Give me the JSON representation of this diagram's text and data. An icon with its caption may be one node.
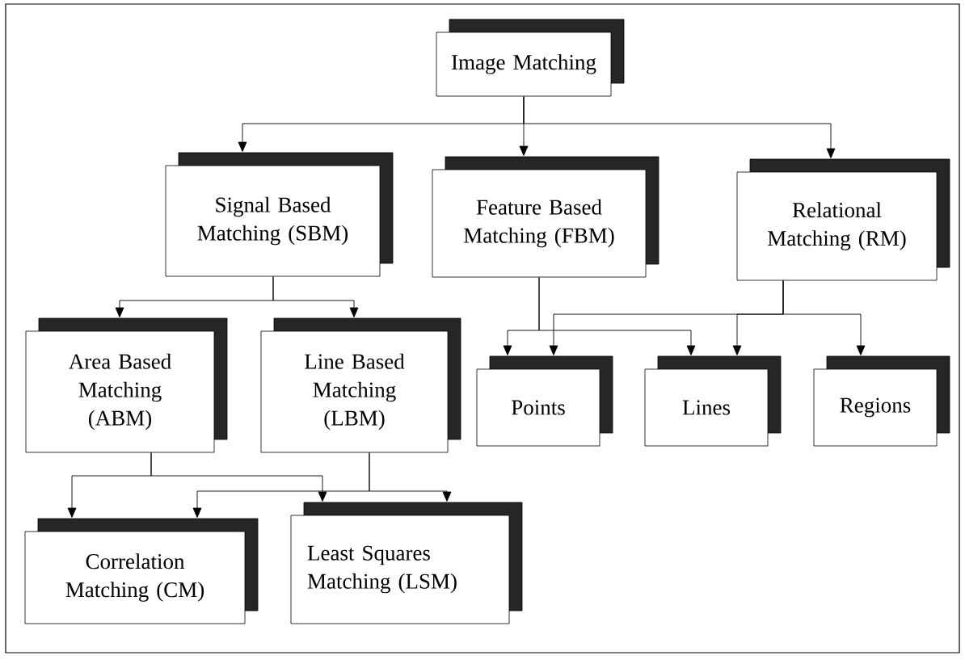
{
  "diagram": {
    "nodes": [
      {
        "text": [
          "Image Matching"
        ]
      },
      {
        "text": [
          "Signal Based Matching (SBM)"
        ]
      },
      {
        "text": [
          "Feature Based Matching (FBM)"
        ]
      },
      {
        "text": [
          "Relational Matching (RM)"
        ]
      },
      {
        "text": [
          "Area Based Matching (ABM)"
        ]
      },
      {
        "text": [
          "Line Based Matching (LBM)"
        ]
      },
      {
        "text": [
          "Points"
        ]
      },
      {
        "text": [
          "Lines"
        ]
      },
      {
        "text": [
          "Regions"
        ]
      },
      {
        "text": [
          "Correlation Matching (CM)"
        ]
      },
      {
        "text": [
          "Least Squares Matching (LSM)"
        ]
      }
    ],
    "edges": [
      {
        "from": 0,
        "to": 1,
        "arrow": "to"
      },
      {
        "from": 0,
        "to": 2,
        "arrow": "to"
      },
      {
        "from": 0,
        "to": 3,
        "arrow": "to"
      },
      {
        "from": 1,
        "to": 4,
        "arrow": "to"
      },
      {
        "from": 1,
        "to": 5,
        "arrow": "to"
      },
      {
        "from": 2,
        "to": 6,
        "arrow": "to"
      },
      {
        "from": 2,
        "to": 7,
        "arrow": "to"
      },
      {
        "from": 3,
        "to": 6,
        "arrow": "to"
      },
      {
        "from": 3,
        "to": 7,
        "arrow": "to"
      },
      {
        "from": 3,
        "to": 8,
        "arrow": "to"
      },
      {
        "from": 4,
        "to": 9,
        "arrow": "to"
      },
      {
        "from": 4,
        "to": 10,
        "arrow": "to"
      },
      {
        "from": 5,
        "to": 9,
        "arrow": "to"
      },
      {
        "from": 5,
        "to": 10,
        "arrow": "to"
      }
    ]
  }
}
